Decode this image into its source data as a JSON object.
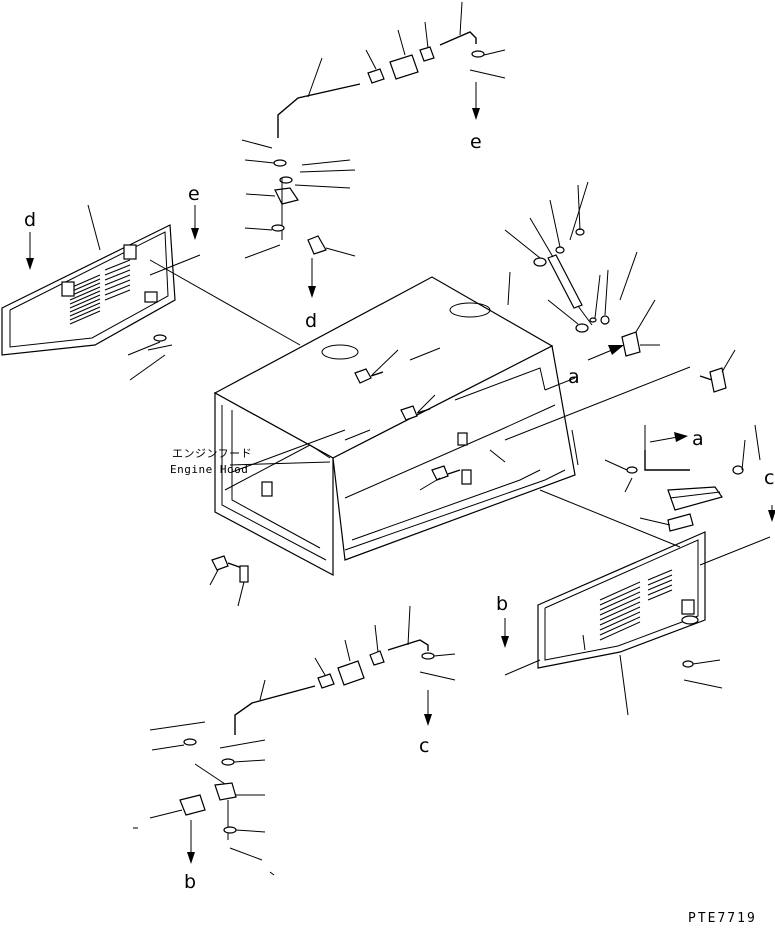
{
  "drawing": {
    "caption_jp": "エンジンフード",
    "caption_en": "Engine Hood",
    "reference_code": "PTE7719"
  },
  "callouts": {
    "a1": "a",
    "a2": "a",
    "b1": "b",
    "b2": "b",
    "c1": "c",
    "c2": "c",
    "d1": "d",
    "d2": "d",
    "e1": "e",
    "e2": "e"
  }
}
